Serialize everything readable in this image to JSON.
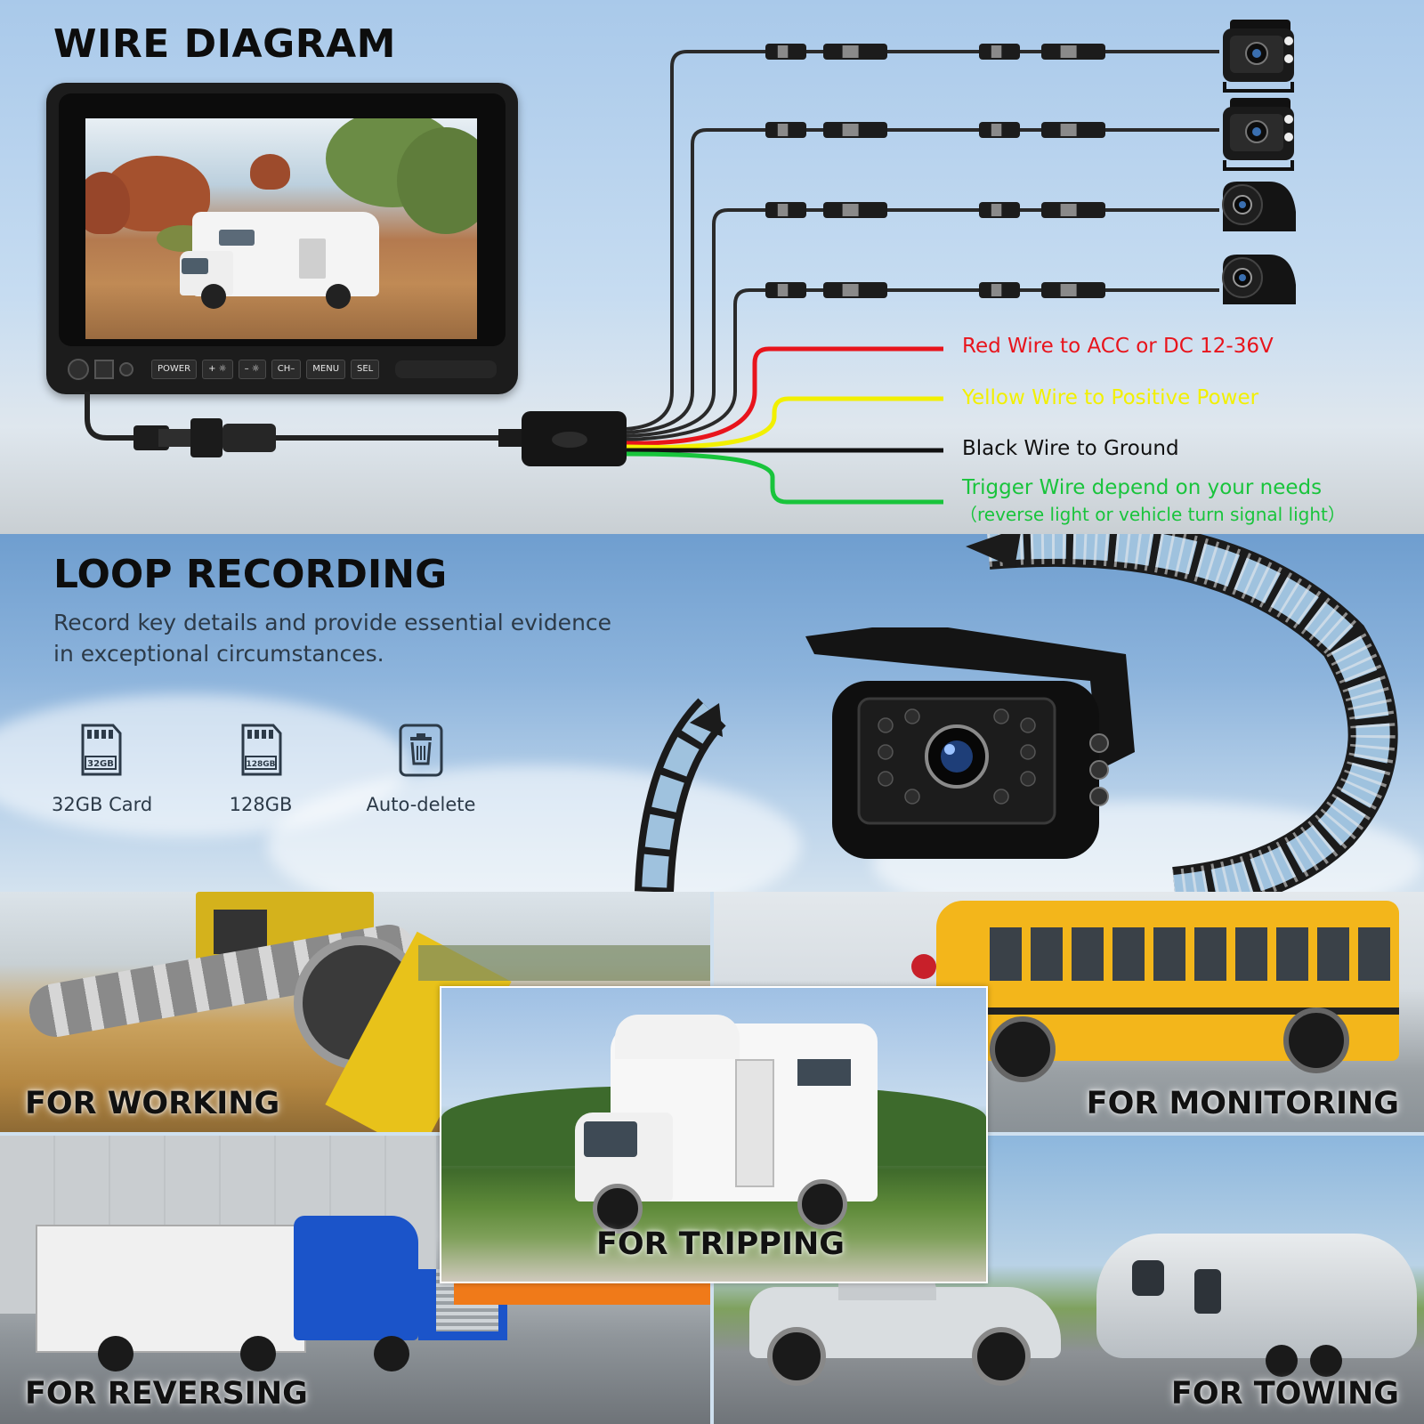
{
  "wire_diagram": {
    "title": "WIRE DIAGRAM",
    "monitor_buttons": [
      "POWER",
      "+ ☼",
      "– ☼",
      "CH–",
      "MENU",
      "SEL"
    ],
    "wires": [
      {
        "label": "Red Wire to ACC or DC 12-36V",
        "color": "#e8141c"
      },
      {
        "label": "Yellow Wire to Positive Power",
        "color": "#f2f000"
      },
      {
        "label": "Black Wire to Ground",
        "color": "#111111"
      },
      {
        "label": "Trigger Wire depend on your needs",
        "note": "（reverse light or vehicle turn signal light）",
        "color": "#19c43c"
      }
    ],
    "camera_icons": [
      "box-camera-icon",
      "box-camera-icon",
      "dome-camera-icon",
      "dome-camera-icon"
    ]
  },
  "loop_recording": {
    "title": "LOOP RECORDING",
    "description": "Record key details and provide essential evidence in exceptional circumstances.",
    "features": [
      {
        "label": "32GB Card",
        "badge": "32GB",
        "icon": "sd-card-icon"
      },
      {
        "label": "128GB",
        "badge": "128GB",
        "icon": "sd-card-icon"
      },
      {
        "label": "Auto-delete",
        "icon": "trash-icon"
      }
    ]
  },
  "use_cases": [
    {
      "caption": "FOR WORKING"
    },
    {
      "caption": "FOR MONITORING"
    },
    {
      "caption": "FOR TRIPPING"
    },
    {
      "caption": "FOR REVERSING"
    },
    {
      "caption": "FOR TOWING"
    }
  ]
}
